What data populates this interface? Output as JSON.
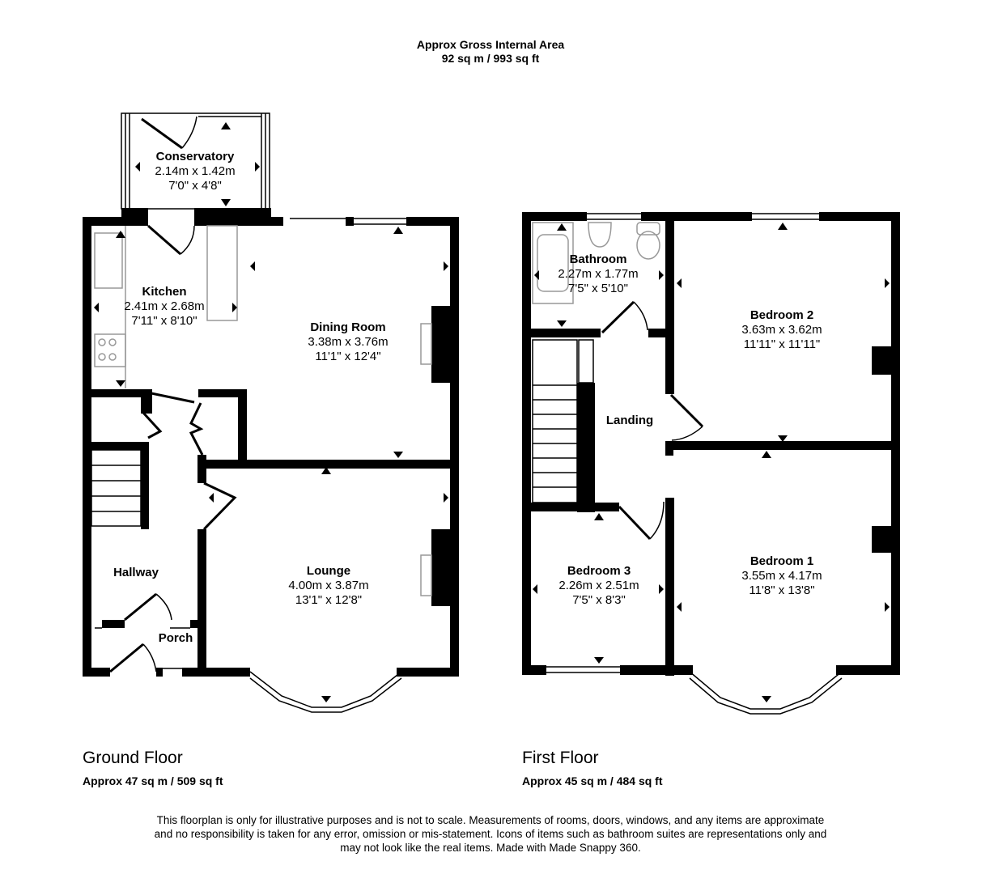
{
  "header": {
    "title": "Approx Gross Internal Area",
    "area": "92 sq m / 993 sq ft"
  },
  "floors": [
    {
      "title": "Ground Floor",
      "area": "Approx 47 sq m / 509 sq ft",
      "rooms": [
        {
          "name": "Conservatory",
          "metric": "2.14m x 1.42m",
          "imperial": "7'0\" x 4'8\""
        },
        {
          "name": "Kitchen",
          "metric": "2.41m x 2.68m",
          "imperial": "7'11\" x 8'10\""
        },
        {
          "name": "Dining Room",
          "metric": "3.38m x 3.76m",
          "imperial": "11'1\" x 12'4\""
        },
        {
          "name": "Lounge",
          "metric": "4.00m x 3.87m",
          "imperial": "13'1\" x 12'8\""
        },
        {
          "name": "Hallway"
        },
        {
          "name": "Porch"
        }
      ]
    },
    {
      "title": "First Floor",
      "area": "Approx 45 sq m / 484 sq ft",
      "rooms": [
        {
          "name": "Bathroom",
          "metric": "2.27m x 1.77m",
          "imperial": "7'5\" x 5'10\""
        },
        {
          "name": "Bedroom 2",
          "metric": "3.63m x 3.62m",
          "imperial": "11'11\" x 11'11\""
        },
        {
          "name": "Landing"
        },
        {
          "name": "Bedroom 3",
          "metric": "2.26m x 2.51m",
          "imperial": "7'5\" x 8'3\""
        },
        {
          "name": "Bedroom 1",
          "metric": "3.55m x 4.17m",
          "imperial": "11'8\" x 13'8\""
        }
      ]
    }
  ],
  "disclaimer": {
    "line1": "This floorplan is only for illustrative purposes and is not to scale. Measurements of rooms, doors, windows, and any items are approximate",
    "line2": "and no responsibility is taken for any error, omission or mis-statement. Icons of items such as bathroom suites are representations only and",
    "line3": "may not look like the real items. Made with Made Snappy 360."
  }
}
